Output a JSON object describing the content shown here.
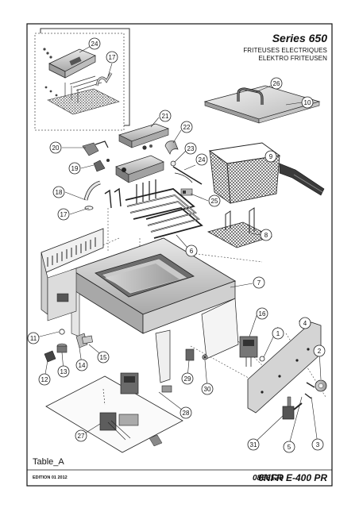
{
  "header": {
    "series": "Series 650",
    "subtitle_fr": "FRITEUSES ELECTRIQUES",
    "subtitle_de": "ELEKTRO FRITEUSEN"
  },
  "footer": {
    "table_label": "Table_A",
    "edition": "EDITION 01 2012",
    "code": "0856129",
    "model": "6NFR E-400 PR"
  },
  "callouts": {
    "c2": "2",
    "c3": "3",
    "c4": "4",
    "c5": "5",
    "c6": "6",
    "c7": "7",
    "c8": "8",
    "c9": "9",
    "c10": "10",
    "c11": "11",
    "c12": "12",
    "c13": "13",
    "c14": "14",
    "c15": "15",
    "c16": "16",
    "c17": "17",
    "c17b": "17",
    "c18": "18",
    "c19": "19",
    "c20": "20",
    "c21": "21",
    "c22": "22",
    "c23": "23",
    "c24": "24",
    "c24b": "24",
    "c25": "25",
    "c26": "26",
    "c27": "27",
    "c28": "28",
    "c29": "29",
    "c30": "30",
    "c31": "31"
  }
}
